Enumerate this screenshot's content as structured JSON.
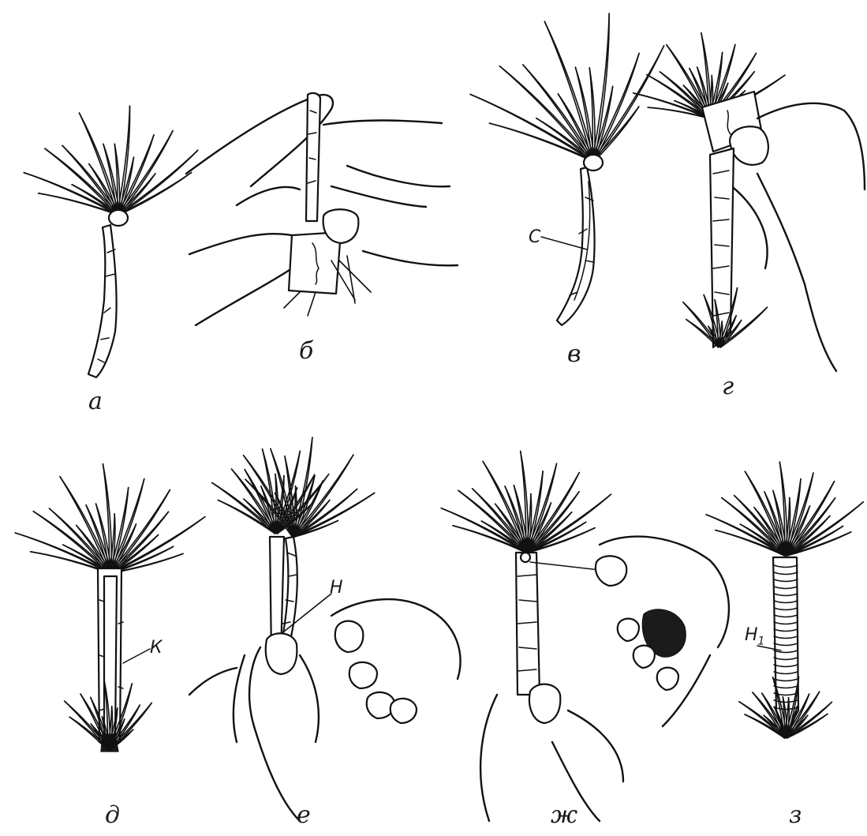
{
  "panels": [
    {
      "id": "a",
      "label": "а"
    },
    {
      "id": "b",
      "label": "б"
    },
    {
      "id": "v",
      "label": "в"
    },
    {
      "id": "g",
      "label": "г"
    },
    {
      "id": "d",
      "label": "д"
    },
    {
      "id": "e",
      "label": "е"
    },
    {
      "id": "zh",
      "label": "ж"
    },
    {
      "id": "z",
      "label": "з"
    }
  ],
  "callouts": {
    "c": "С",
    "k": "К",
    "n": "Н",
    "n1": "Н",
    "n1_sub": "1"
  },
  "colors": {
    "ink": "#111111",
    "background": "#ffffff"
  }
}
